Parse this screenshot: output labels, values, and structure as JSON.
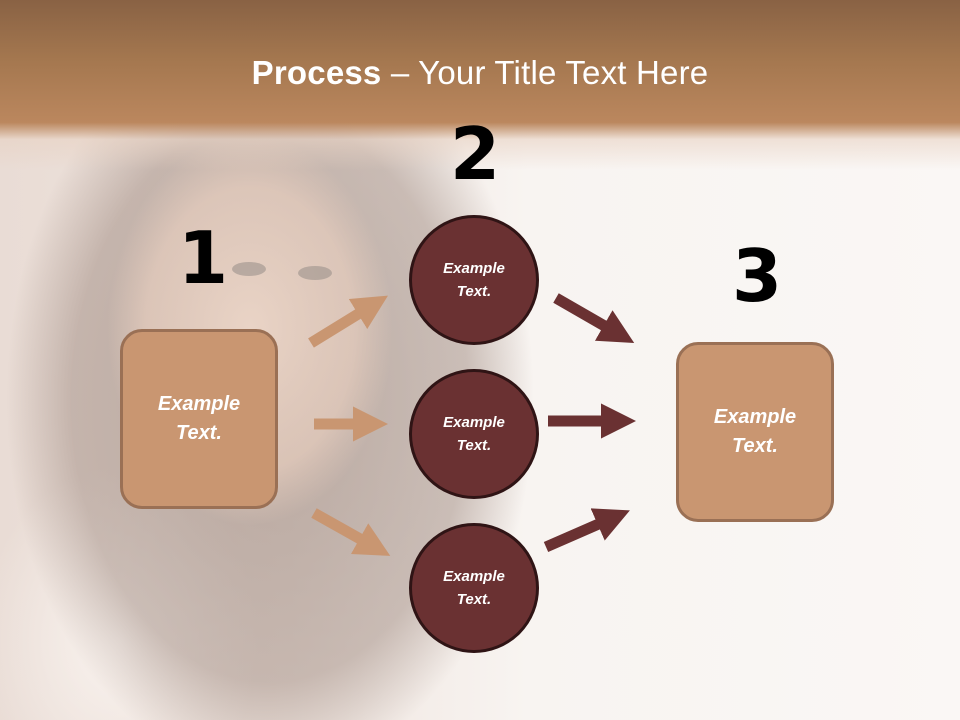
{
  "slide": {
    "title_bold": "Process",
    "title_rest": " – Your Title Text Here"
  },
  "steps": [
    {
      "number": "1",
      "label_line1": "Example",
      "label_line2": "Text."
    },
    {
      "number": "2",
      "nodes": [
        {
          "label_line1": "Example",
          "label_line2": "Text."
        },
        {
          "label_line1": "Example",
          "label_line2": "Text."
        },
        {
          "label_line1": "Example",
          "label_line2": "Text."
        }
      ]
    },
    {
      "number": "3",
      "label_line1": "Example",
      "label_line2": "Text."
    }
  ],
  "colors": {
    "header_top": "#896244",
    "header_bottom": "#bb875e",
    "box_fill": "#c99671",
    "box_border": "#9a7055",
    "circle_fill": "#6a3132",
    "circle_border": "#2f1415",
    "arrow_light": "#c99671",
    "arrow_dark": "#6a3132"
  }
}
